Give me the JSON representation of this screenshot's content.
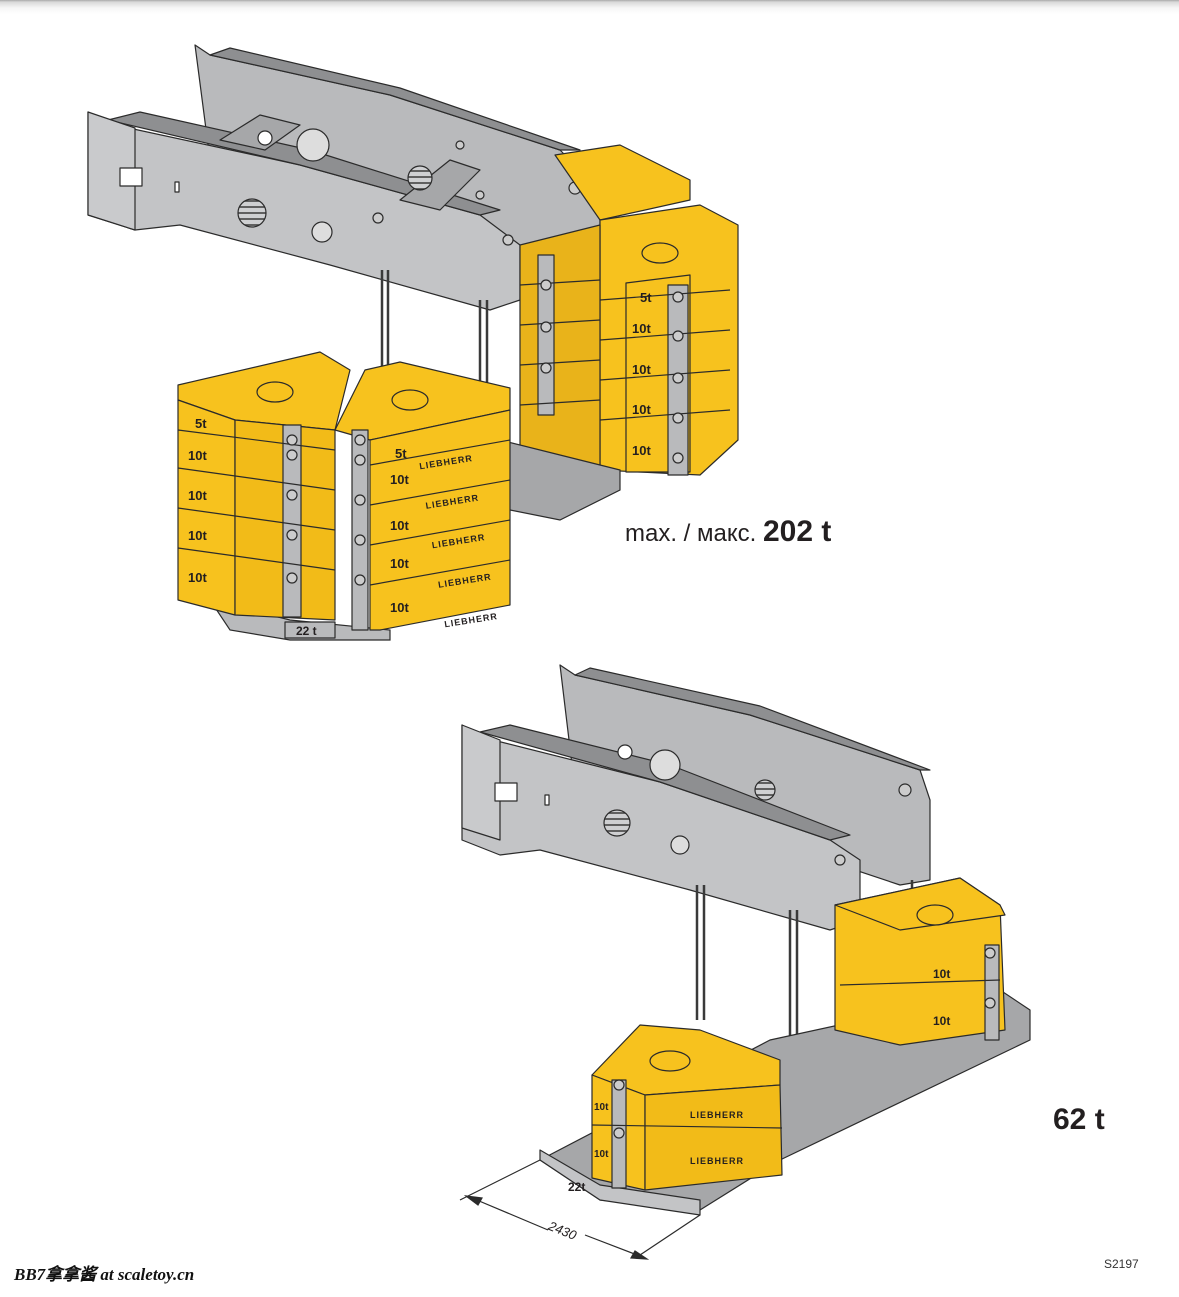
{
  "title": "Liebherr crane ballast configuration",
  "colors": {
    "ballast_yellow": "#f7c21e",
    "ballast_shade": "#e3ad12",
    "steel_gray": "#b7b8ba",
    "steel_dark": "#8e8f91",
    "outline": "#2b2b2b",
    "text": "#231f20"
  },
  "config_max": {
    "label_prefix": "max. / макс.",
    "label_value": "202 t",
    "base_plate": "22 t",
    "left_stack_a": [
      "5t",
      "10t",
      "10t",
      "10t",
      "10t"
    ],
    "left_stack_b": [
      "5t",
      "10t",
      "10t",
      "10t",
      "10t"
    ],
    "right_stack": [
      "5t",
      "10t",
      "10t",
      "10t",
      "10t"
    ],
    "brand": "LIEBHERR"
  },
  "config_min": {
    "label_value": "62 t",
    "base_plate": "22t",
    "front_stack": [
      "10t",
      "10t"
    ],
    "rear_stack": [
      "10t",
      "10t"
    ],
    "brand": "LIEBHERR",
    "dimension": "2430"
  },
  "footer": {
    "watermark": "BB7拿拿酱 at scaletoy.cn",
    "figure_code": "S2197"
  }
}
